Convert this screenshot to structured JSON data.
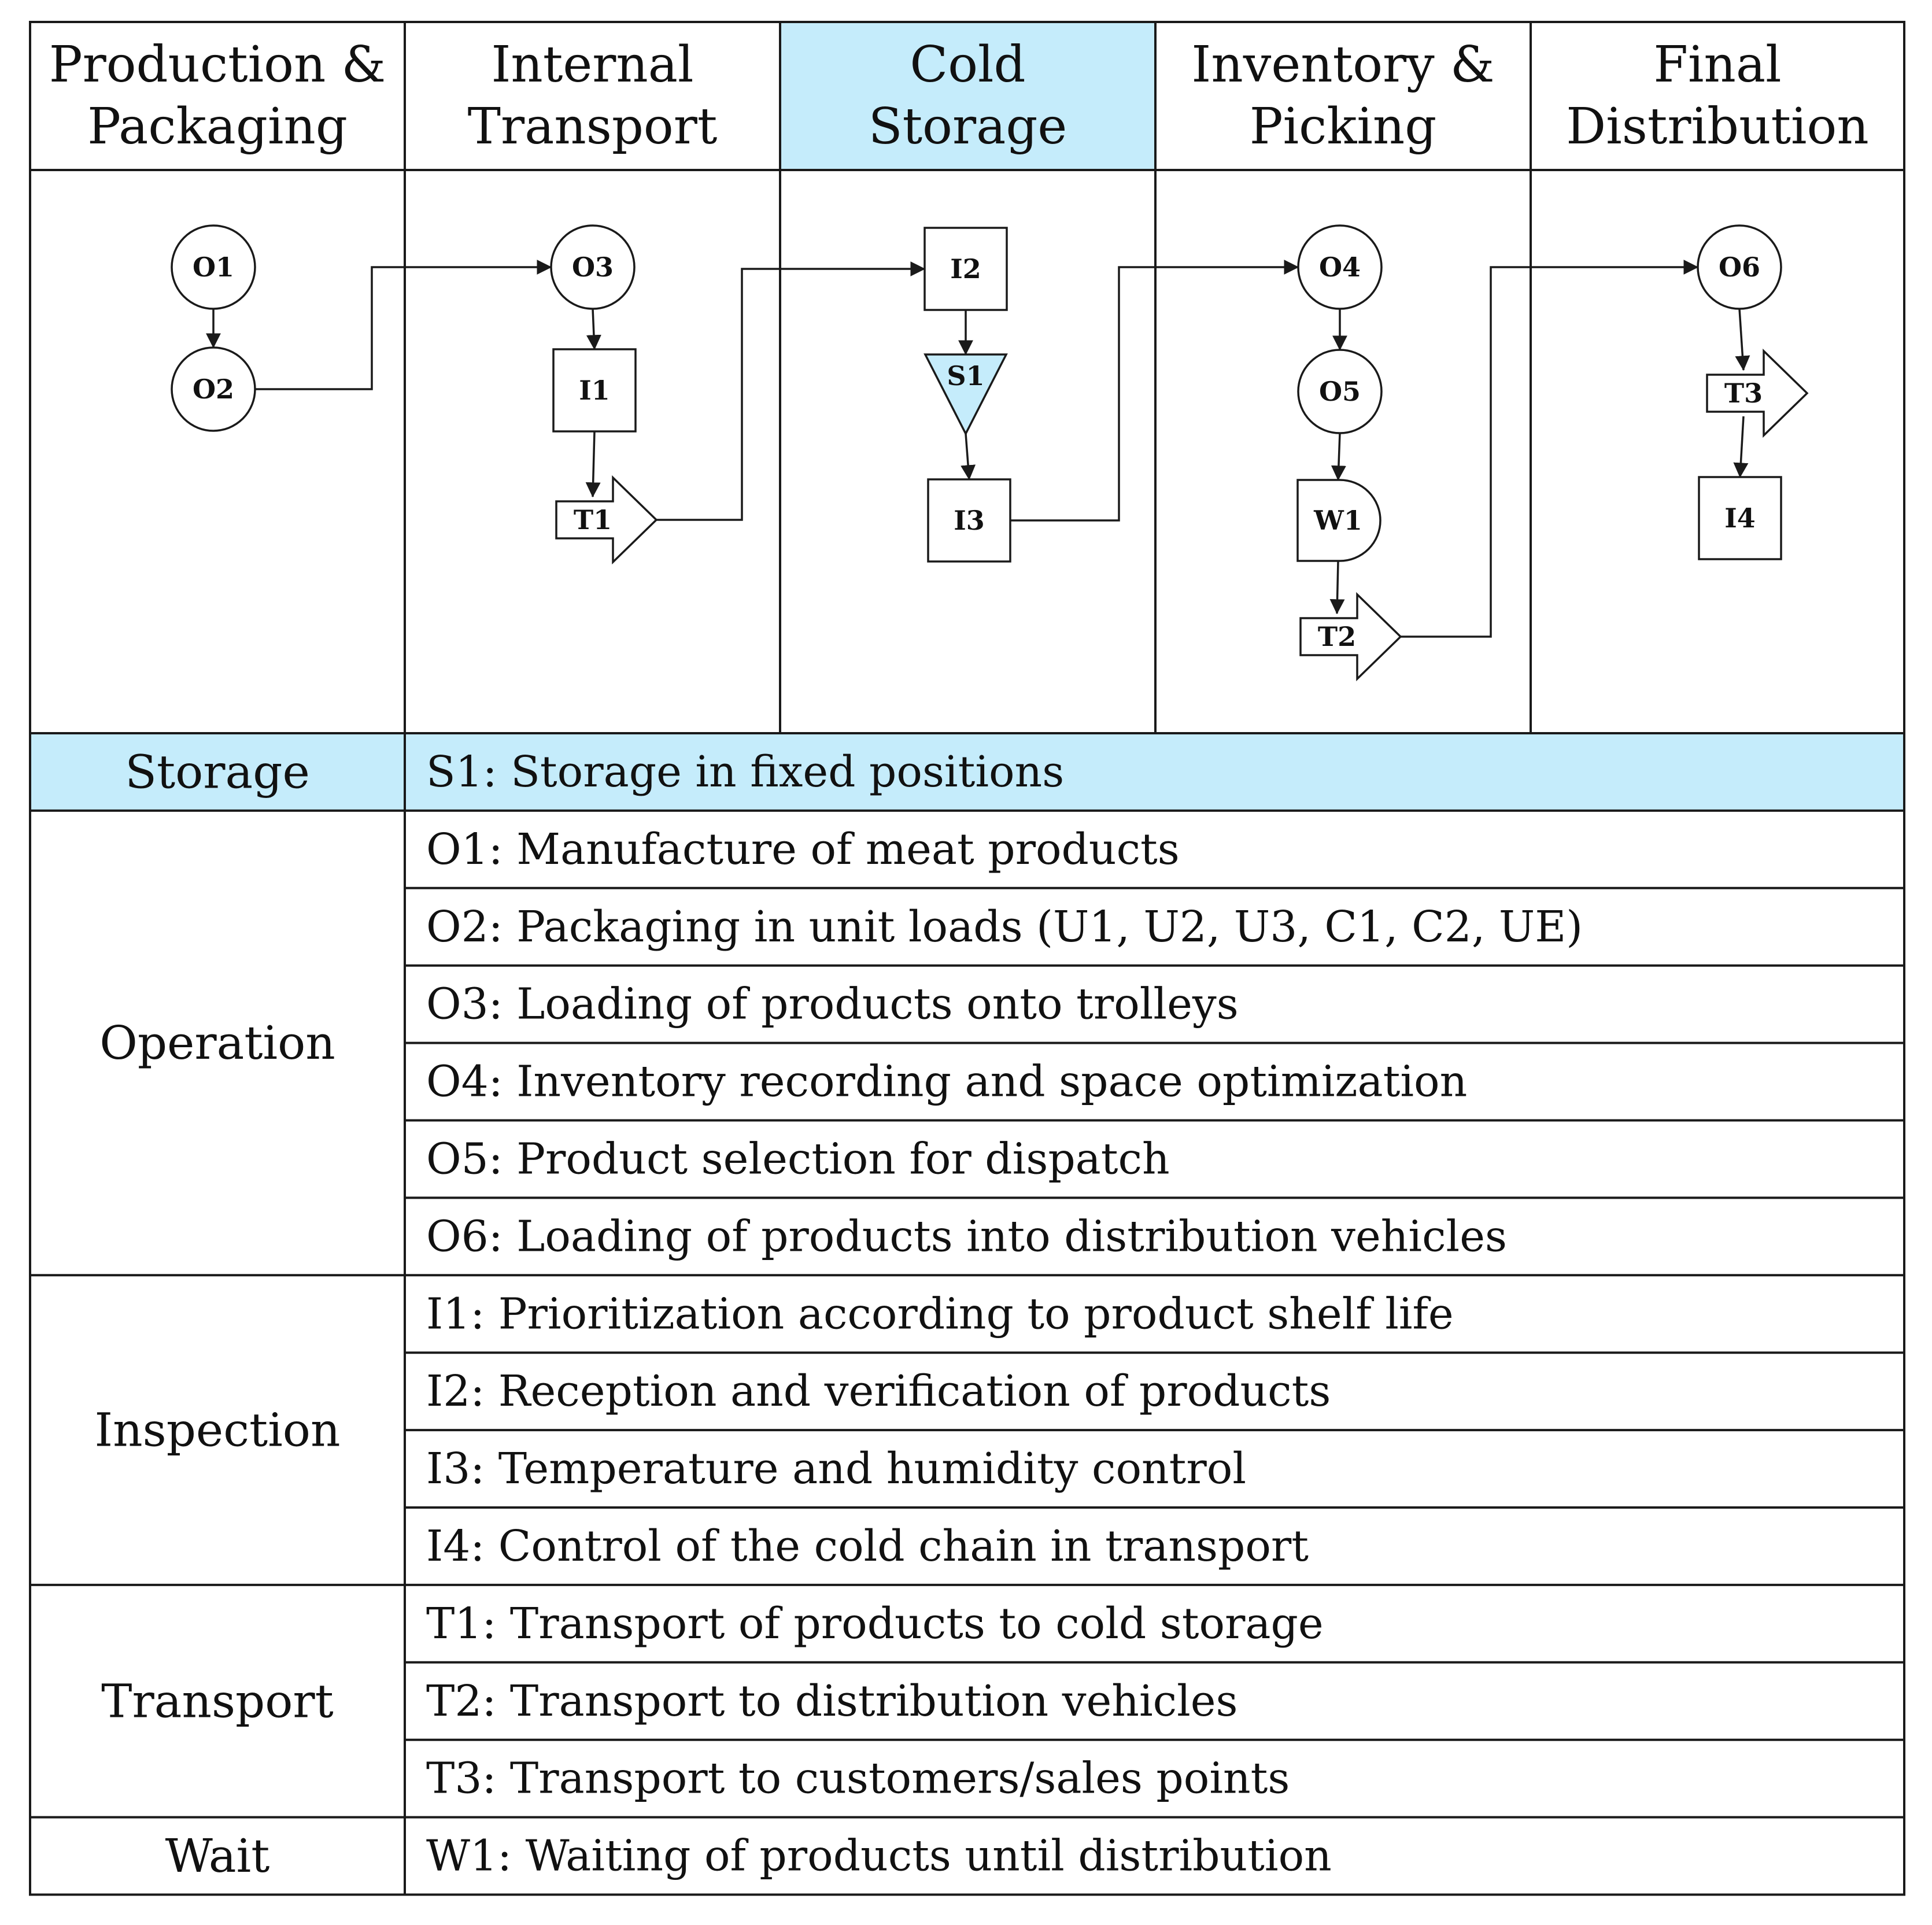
{
  "colors": {
    "highlight": "#c5ecfb",
    "border": "#1a1a1a",
    "background": "#ffffff"
  },
  "lanes": [
    {
      "id": "production",
      "title": [
        "Production &",
        "Packaging"
      ],
      "highlight": false
    },
    {
      "id": "internal_transport",
      "title": [
        "Internal",
        "Transport"
      ],
      "highlight": false
    },
    {
      "id": "cold_storage",
      "title": [
        "Cold",
        "Storage"
      ],
      "highlight": true
    },
    {
      "id": "inventory",
      "title": [
        "Inventory &",
        "Picking"
      ],
      "highlight": false
    },
    {
      "id": "distribution",
      "title": [
        "Final",
        "Distribution"
      ],
      "highlight": false
    }
  ],
  "nodes": [
    {
      "id": "O1",
      "label": "O1",
      "shape": "operation",
      "lane": "production"
    },
    {
      "id": "O2",
      "label": "O2",
      "shape": "operation",
      "lane": "production"
    },
    {
      "id": "O3",
      "label": "O3",
      "shape": "operation",
      "lane": "internal_transport"
    },
    {
      "id": "I1",
      "label": "I1",
      "shape": "inspection",
      "lane": "internal_transport"
    },
    {
      "id": "T1",
      "label": "T1",
      "shape": "transport",
      "lane": "internal_transport"
    },
    {
      "id": "I2",
      "label": "I2",
      "shape": "inspection",
      "lane": "cold_storage"
    },
    {
      "id": "S1",
      "label": "S1",
      "shape": "storage",
      "lane": "cold_storage"
    },
    {
      "id": "I3",
      "label": "I3",
      "shape": "inspection",
      "lane": "cold_storage"
    },
    {
      "id": "O4",
      "label": "O4",
      "shape": "operation",
      "lane": "inventory"
    },
    {
      "id": "O5",
      "label": "O5",
      "shape": "operation",
      "lane": "inventory"
    },
    {
      "id": "W1",
      "label": "W1",
      "shape": "wait",
      "lane": "inventory"
    },
    {
      "id": "T2",
      "label": "T2",
      "shape": "transport",
      "lane": "inventory"
    },
    {
      "id": "O6",
      "label": "O6",
      "shape": "operation",
      "lane": "distribution"
    },
    {
      "id": "T3",
      "label": "T3",
      "shape": "transport",
      "lane": "distribution"
    },
    {
      "id": "I4",
      "label": "I4",
      "shape": "inspection",
      "lane": "distribution"
    }
  ],
  "edges": [
    {
      "from": "O1",
      "to": "O2"
    },
    {
      "from": "O2",
      "to": "O3"
    },
    {
      "from": "O3",
      "to": "I1"
    },
    {
      "from": "I1",
      "to": "T1"
    },
    {
      "from": "T1",
      "to": "I2"
    },
    {
      "from": "I2",
      "to": "S1"
    },
    {
      "from": "S1",
      "to": "I3"
    },
    {
      "from": "I3",
      "to": "O4"
    },
    {
      "from": "O4",
      "to": "O5"
    },
    {
      "from": "O5",
      "to": "W1"
    },
    {
      "from": "W1",
      "to": "T2"
    },
    {
      "from": "T2",
      "to": "O6"
    },
    {
      "from": "O6",
      "to": "T3"
    },
    {
      "from": "T3",
      "to": "I4"
    }
  ],
  "legend": [
    {
      "category": "Storage",
      "highlight": true,
      "items": [
        "S1: Storage in fixed positions"
      ]
    },
    {
      "category": "Operation",
      "highlight": false,
      "items": [
        "O1: Manufacture of meat products",
        "O2: Packaging in unit loads (U1, U2, U3, C1, C2, UE)",
        "O3: Loading of products onto trolleys",
        "O4: Inventory recording and space optimization",
        "O5: Product selection for dispatch",
        "O6: Loading of products into distribution vehicles"
      ]
    },
    {
      "category": "Inspection",
      "highlight": false,
      "items": [
        "I1: Prioritization according to product shelf life",
        "I2: Reception and verification of products",
        "I3: Temperature and humidity control",
        "I4: Control of the cold chain in transport"
      ]
    },
    {
      "category": "Transport",
      "highlight": false,
      "items": [
        "T1: Transport of products to cold storage",
        "T2: Transport to distribution vehicles",
        "T3: Transport to customers/sales points"
      ]
    },
    {
      "category": "Wait",
      "highlight": false,
      "items": [
        "W1: Waiting of products until distribution"
      ]
    }
  ]
}
